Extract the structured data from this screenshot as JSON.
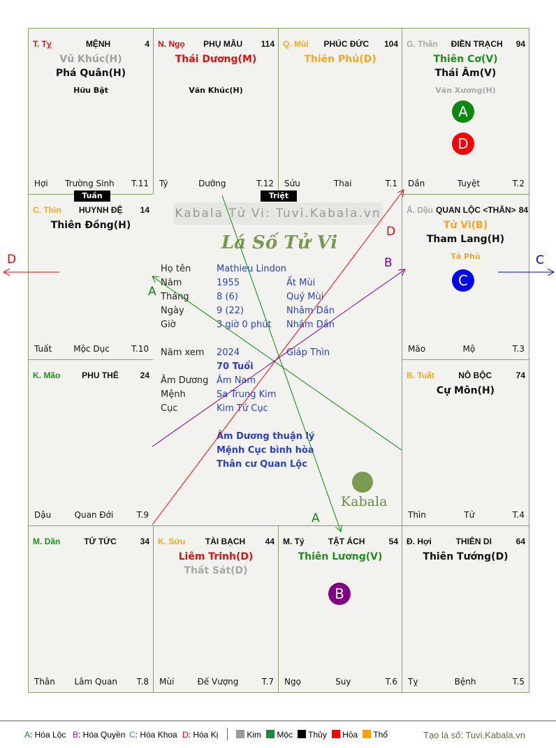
{
  "palaces": [
    {
      "branch": "T. Tỵ",
      "branch_color": "#e01010",
      "name": "MỆNH",
      "num": "4",
      "stars": [
        {
          "t": "Vũ Khúc(H)",
          "c": "#9e9e9e"
        },
        {
          "t": "Phá Quân(H)",
          "c": "#111"
        }
      ],
      "minor": [
        {
          "t": "Hữu Bật",
          "c": "#111"
        }
      ],
      "bl": "Hợi",
      "bc": "Trường Sinh",
      "br": "T.11"
    },
    {
      "branch": "N. Ngọ",
      "branch_color": "#e01010",
      "name": "PHỤ MẪU",
      "num": "114",
      "stars": [
        {
          "t": "Thái Dương(M)",
          "c": "#e01010"
        }
      ],
      "minor": [
        {
          "t": "Văn Khúc(H)",
          "c": "#111"
        }
      ],
      "bl": "Tý",
      "bc": "Dưỡng",
      "br": "T.12"
    },
    {
      "branch": "Q. Mùi",
      "branch_color": "#f5a623",
      "name": "PHÚC ĐỨC",
      "num": "104",
      "stars": [
        {
          "t": "Thiên Phủ(D)",
          "c": "#f5a623"
        }
      ],
      "minor": [],
      "bl": "Sửu",
      "bc": "Thai",
      "br": "T.1"
    },
    {
      "branch": "G. Thân",
      "branch_color": "#a8a8a8",
      "name": "ĐIỀN TRẠCH",
      "num": "94",
      "stars": [
        {
          "t": "Thiên Cơ(V)",
          "c": "#1f8f1f"
        },
        {
          "t": "Thái Âm(V)",
          "c": "#111"
        }
      ],
      "minor": [
        {
          "t": "Văn Xương(H)",
          "c": "#a8a8a8"
        }
      ],
      "bl": "Dần",
      "bc": "Tuyệt",
      "br": "T.2"
    },
    {
      "branch": "Ấ. Dậu",
      "branch_color": "#a8a8a8",
      "name": "QUAN LỘC <THÂN>",
      "num": "84",
      "stars": [
        {
          "t": "Tử Vi(B)",
          "c": "#f5a623"
        },
        {
          "t": "Tham Lang(H)",
          "c": "#111"
        }
      ],
      "minor": [
        {
          "t": "Tả Phù",
          "c": "#f5a623"
        }
      ],
      "bl": "Mão",
      "bc": "Mộ",
      "br": "T.3"
    },
    {
      "branch": "B. Tuất",
      "branch_color": "#f5a623",
      "name": "NÔ BỘC",
      "num": "74",
      "stars": [
        {
          "t": "Cự Môn(H)",
          "c": "#111"
        }
      ],
      "minor": [],
      "bl": "Thìn",
      "bc": "Tử",
      "br": "T.4"
    },
    {
      "branch": "Đ. Hợi",
      "branch_color": "#111",
      "name": "THIÊN DI",
      "num": "64",
      "stars": [
        {
          "t": "Thiên Tướng(D)",
          "c": "#111"
        }
      ],
      "minor": [],
      "bl": "Tỵ",
      "bc": "Bệnh",
      "br": "T.5"
    },
    {
      "branch": "M. Tý",
      "branch_color": "#111",
      "name": "TẬT ÁCH",
      "num": "54",
      "stars": [
        {
          "t": "Thiên Lương(V)",
          "c": "#1f8f1f"
        }
      ],
      "minor": [],
      "bl": "Ngọ",
      "bc": "Suy",
      "br": "T.6"
    },
    {
      "branch": "K. Sửu",
      "branch_color": "#f5a623",
      "name": "TÀI BẠCH",
      "num": "44",
      "stars": [
        {
          "t": "Liêm Trinh(D)",
          "c": "#e01010"
        },
        {
          "t": "Thất Sát(D)",
          "c": "#a8a8a8"
        }
      ],
      "minor": [],
      "bl": "Mùi",
      "bc": "Đế Vượng",
      "br": "T.7"
    },
    {
      "branch": "M. Dần",
      "branch_color": "#1f8f1f",
      "name": "TỬ TỨC",
      "num": "34",
      "stars": [],
      "minor": [],
      "bl": "Thân",
      "bc": "Lâm Quan",
      "br": "T.8"
    },
    {
      "branch": "K. Mão",
      "branch_color": "#1f8f1f",
      "name": "PHU THÊ",
      "num": "24",
      "stars": [],
      "minor": [],
      "bl": "Dậu",
      "bc": "Quan Đới",
      "br": "T.9"
    },
    {
      "branch": "C. Thìn",
      "branch_color": "#f5a623",
      "name": "HUYNH ĐỆ",
      "num": "14",
      "stars": [
        {
          "t": "Thiên Đồng(H)",
          "c": "#111"
        }
      ],
      "minor": [],
      "bl": "Tuất",
      "bc": "Mộc Dục",
      "br": "T.10"
    }
  ],
  "tags": {
    "tuan": "Tuần",
    "triet": "Triệt"
  },
  "center": {
    "watermark": "Kabala Tử Vi: Tuvi.Kabala.vn",
    "logo": "Lá Số Tử Vi",
    "brand": "Kabala",
    "rows": [
      {
        "label": "Họ tên",
        "value": "Mathieu Lindon",
        "extra": ""
      },
      {
        "label": "Năm",
        "value": "1955",
        "extra": "Ất Mùi"
      },
      {
        "label": "Tháng",
        "value": "8  (6)",
        "extra": "Quý Mùi"
      },
      {
        "label": "Ngày",
        "value": "9  (22)",
        "extra": "Nhâm Dần"
      },
      {
        "label": "Giờ",
        "value": "3 giờ 0 phút",
        "extra": "Nhâm Dần"
      },
      {
        "label": "Năm xem",
        "value": "2024",
        "extra": "Giáp Thìn"
      },
      {
        "label": "",
        "value": "70 Tuổi",
        "extra": ""
      },
      {
        "label": "Âm Dương",
        "value": "Âm Nam",
        "extra": ""
      },
      {
        "label": "Mệnh",
        "value": "Sa Trung Kim",
        "extra": ""
      },
      {
        "label": "Cục",
        "value": "Kim Tứ Cục",
        "extra": ""
      }
    ],
    "notes": [
      "Âm Dương thuận lý",
      "Mệnh Cục bình hòa",
      "Thân cư Quan Lộc"
    ]
  },
  "markers": {
    "A": "A",
    "B": "B",
    "C": "C",
    "D": "D"
  },
  "legend": {
    "a": "A",
    "a_text": ": Hóa Lộc",
    "b": "B",
    "b_text": ": Hóa Quyền",
    "c": "C",
    "c_text": ": Hóa Khoa",
    "d": "D",
    "d_text": ": Hóa Kị",
    "elements": [
      {
        "name": "Kim",
        "color": "#999999"
      },
      {
        "name": "Mộc",
        "color": "#1a8a3a"
      },
      {
        "name": "Thủy",
        "color": "#000000"
      },
      {
        "name": "Hỏa",
        "color": "#ff0000"
      },
      {
        "name": "Thổ",
        "color": "#ff9f00"
      }
    ],
    "credit": "Tạo lá số: Tuvi.Kabala.vn"
  }
}
